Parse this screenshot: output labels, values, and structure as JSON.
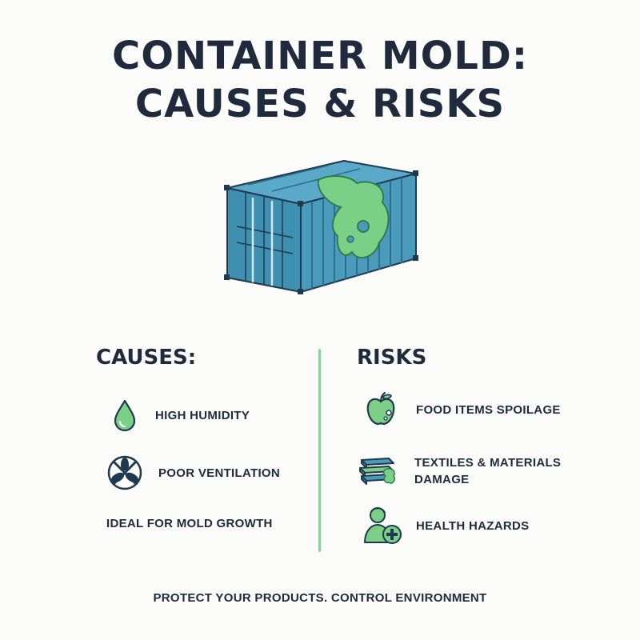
{
  "title": {
    "line1": "CONTAINER MOLD:",
    "line2": "CAUSES & RISKS"
  },
  "colors": {
    "accent": "#7ccf86",
    "dark": "#1f2b3c",
    "container": "#3e8fb0"
  },
  "causes": {
    "heading": "CAUSES:",
    "items": [
      {
        "icon": "water-drop-icon",
        "label": "HIGH HUMIDITY"
      },
      {
        "icon": "no-fan-icon",
        "label": "POOR VENTILATION"
      },
      {
        "icon": "",
        "label": "IDEAL FOR MOLD GROWTH"
      }
    ]
  },
  "risks": {
    "heading": "RISKS",
    "items": [
      {
        "icon": "apple-icon",
        "label": "FOOD ITEMS SPOILAGE"
      },
      {
        "icon": "textiles-icon",
        "label": "TEXTILES & MATERIALS DAMAGE",
        "line1": "TEXTILES & MATERIALS",
        "line2": "DAMAGE"
      },
      {
        "icon": "health-person-icon",
        "label": "HEALTH HAZARDS"
      }
    ]
  },
  "footer": "PROTECT YOUR PRODUCTS. CONTROL ENVIRONMENT"
}
